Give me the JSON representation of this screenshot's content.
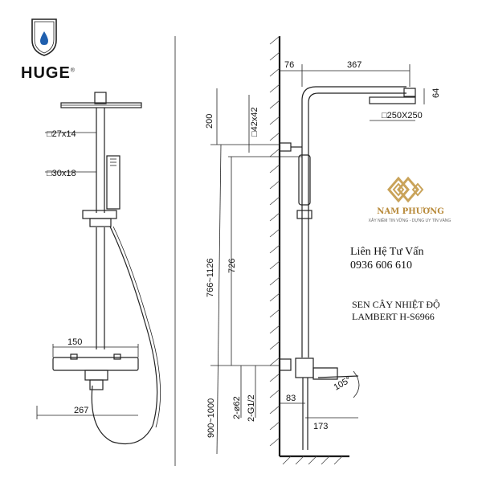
{
  "brand": {
    "name": "HUGE",
    "registered": "®",
    "shield_label": "HUGE"
  },
  "dealer": {
    "name": "NAM PHƯƠNG",
    "slogan": "XÂY NIỀM TIN VỮNG - DỰNG UY TÍN VÀNG",
    "logo_color": "#c9a35a"
  },
  "contact": {
    "heading": "Liên Hệ Tư Vấn",
    "phone": "0936 606 610"
  },
  "product": {
    "line1": "SEN CÂY NHIỆT ĐỘ",
    "line2": "LAMBERT H-S6966"
  },
  "front_view": {
    "pipe_size": "□27x14",
    "handset_size": "□30x18",
    "valve_width": "150",
    "bottom_width": "267"
  },
  "side_view": {
    "wall_offset": "76",
    "arm_length": "367",
    "head_thickness": "64",
    "head_size": "□250X250",
    "top_gap": "200",
    "bracket_size": "□42x42",
    "height_range": "766~1126",
    "slide_length": "726",
    "inlet_spacing": "2-ø62",
    "inlet_thread": "2-G1/2",
    "valve_depth": "83",
    "install_height": "900~1000",
    "spout_length": "173",
    "spout_angle": "105°"
  }
}
